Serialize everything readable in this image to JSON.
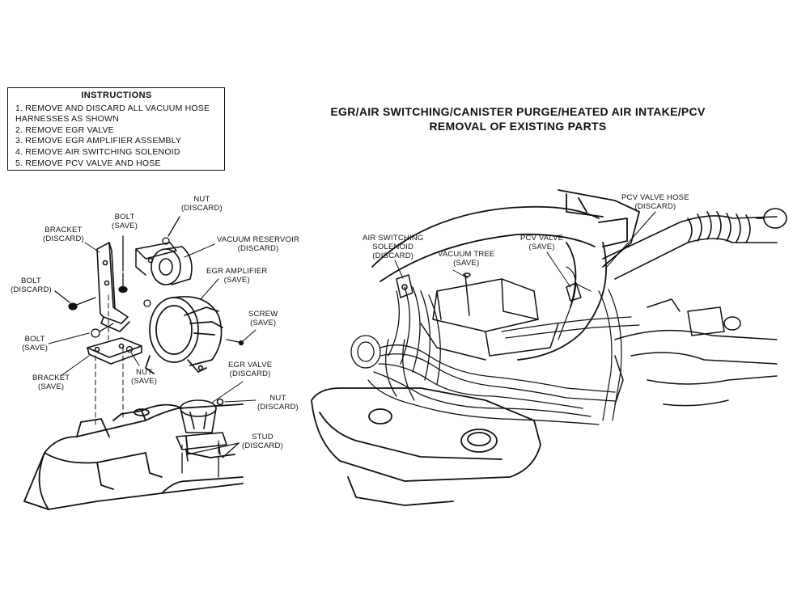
{
  "instructions": {
    "heading": "INSTRUCTIONS",
    "steps": [
      "1. REMOVE AND DISCARD ALL VACUUM HOSE\n    HARNESSES AS SHOWN",
      "2. REMOVE EGR VALVE",
      "3. REMOVE EGR AMPLIFIER ASSEMBLY",
      "4. REMOVE AIR SWITCHING SOLENOID",
      "5. REMOVE PCV VALVE AND HOSE"
    ]
  },
  "title": {
    "line1": "EGR/AIR SWITCHING/CANISTER PURGE/HEATED AIR INTAKE/PCV",
    "line2": "REMOVAL OF EXISTING PARTS"
  },
  "labels": {
    "nut_discard_top": "NUT\n(DISCARD)",
    "bolt_save_top": "BOLT\n(SAVE)",
    "bracket_discard": "BRACKET\n(DISCARD)",
    "vacuum_reservoir": "VACUUM RESERVOIR\n(DISCARD)",
    "egr_amplifier": "EGR AMPLIFIER\n(SAVE)",
    "bolt_discard": "BOLT\n(DISCARD)",
    "screw_save": "SCREW\n(SAVE)",
    "bolt_save_mid": "BOLT\n(SAVE)",
    "nut_save": "NUT\n(SAVE)",
    "bracket_save": "BRACKET\n(SAVE)",
    "egr_valve": "EGR VALVE\n(DISCARD)",
    "nut_discard_right": "NUT\n(DISCARD)",
    "stud_discard": "STUD\n(DISCARD)",
    "pcv_valve_hose": "PCV VALVE HOSE\n(DISCARD)",
    "air_switching_solenoid": "AIR SWITCHING\nSOLENOID\n(DISCARD)",
    "pcv_valve": "PCV VALVE\n(SAVE)",
    "vacuum_tree": "VACUUM TREE\n(SAVE)"
  }
}
